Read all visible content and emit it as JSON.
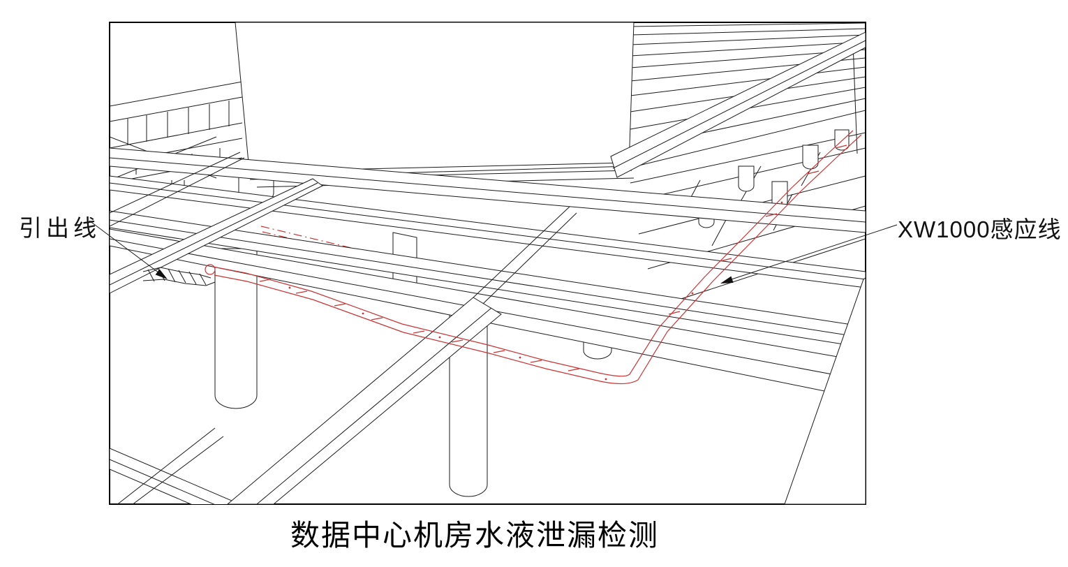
{
  "diagram": {
    "labels": {
      "lead_out_wire": "引出线",
      "sensor_wire": "XW1000感应线"
    },
    "caption": "数据中心机房水液泄漏检测",
    "colors": {
      "line": "#1a1a1a",
      "sensor_cable": "#cc3333",
      "background": "#ffffff",
      "frame": "#000000"
    }
  }
}
